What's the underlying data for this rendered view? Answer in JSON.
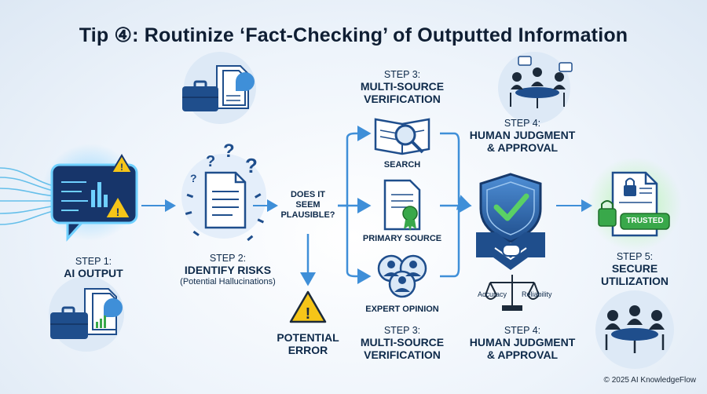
{
  "title": "Tip ④: Routinize ‘Fact-Checking’ of Outputted Information",
  "steps": {
    "s1": {
      "num": "STEP 1:",
      "name": "AI OUTPUT"
    },
    "s2": {
      "num": "STEP 2:",
      "name": "IDENTIFY RISKS",
      "sub": "(Potential Hallucinations)"
    },
    "s3_top": {
      "num": "STEP 3:",
      "name1": "MULTI-SOURCE",
      "name2": "VERIFICATION"
    },
    "s3_bottom": {
      "num": "STEP 3:",
      "name1": "MULTI-SOURCE",
      "name2": "VERIFICATION"
    },
    "s4_top": {
      "num": "STEP 4:",
      "name1": "HUMAN JUDGMENT",
      "name2": "& APPROVAL"
    },
    "s4_bottom": {
      "num": "STEP 4:",
      "name1": "HUMAN JUDGMENT",
      "name2": "& APPROVAL"
    },
    "s5": {
      "num": "STEP 5:",
      "name1": "SECURE",
      "name2": "UTILIZATION"
    }
  },
  "decision": {
    "line1": "DOES IT",
    "line2": "SEEM",
    "line3": "PLAUSIBLE?"
  },
  "error": {
    "line1": "POTENTIAL",
    "line2": "ERROR"
  },
  "sources": {
    "search": "SEARCH",
    "primary": "PRIMARY SOURCE",
    "expert": "EXPERT OPINION"
  },
  "scale": {
    "left": "Accuracy",
    "right": "Reliability"
  },
  "badge": "TRUSTED",
  "copyright": "© 2025 AI KnowledgeFlow",
  "colors": {
    "navy": "#1f4e8c",
    "accent": "#3f8fd8",
    "green": "#39b54a",
    "warning": "#f5c518"
  }
}
